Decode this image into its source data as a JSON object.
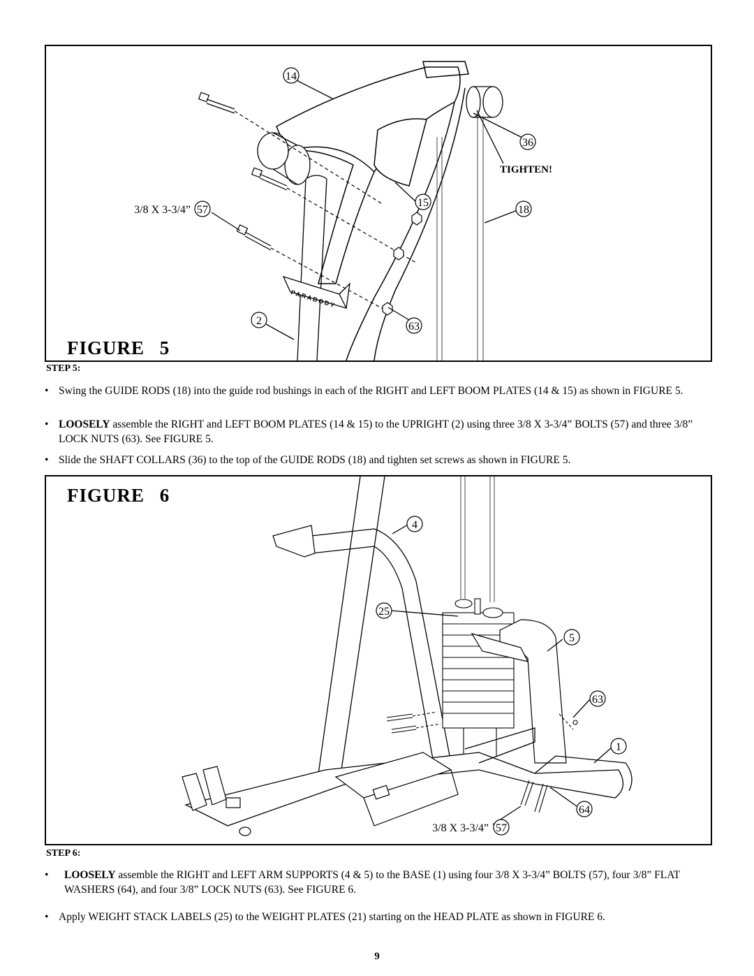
{
  "figure5": {
    "title": "FIGURE   5",
    "callouts": {
      "c14": "14",
      "c36": "36",
      "tighten": "TIGHTEN!",
      "c15": "15",
      "c18": "18",
      "bolt_size": "3/8 X 3-3/4”",
      "c57": "57",
      "c2": "2",
      "c63": "63"
    },
    "brand_mark": "PARABODY"
  },
  "step5": {
    "heading": "STEP 5:",
    "bullets": [
      {
        "bold": "",
        "text": "Swing the GUIDE RODS (18) into the guide rod bushings in each of the RIGHT and LEFT BOOM PLATES (14 & 15) as shown in FIGURE 5."
      },
      {
        "bold": "LOOSELY",
        "text": " assemble the RIGHT and LEFT BOOM PLATES (14 & 15) to the UPRIGHT (2) using three 3/8 X 3-3/4” BOLTS (57) and three 3/8” LOCK NUTS (63). See FIGURE 5."
      },
      {
        "bold": "",
        "text": "Slide the SHAFT COLLARS (36) to the top of the GUIDE RODS (18) and tighten set screws as shown in FIGURE 5."
      }
    ]
  },
  "figure6": {
    "title": "FIGURE   6",
    "callouts": {
      "c4": "4",
      "c25": "25",
      "c5": "5",
      "c63": "63",
      "c1": "1",
      "c64": "64",
      "bolt_size": "3/8 X 3-3/4”",
      "c57": "57"
    }
  },
  "step6": {
    "heading": "STEP 6:",
    "bullets": [
      {
        "bold": "LOOSELY",
        "text": " assemble the RIGHT and LEFT ARM SUPPORTS (4 & 5) to the BASE (1) using four 3/8 X 3-3/4” BOLTS (57), four 3/8” FLAT WASHERS (64), and four 3/8” LOCK NUTS (63). See FIGURE 6."
      },
      {
        "bold": "",
        "text": "Apply WEIGHT STACK LABELS (25) to the WEIGHT PLATES (21) starting on the HEAD PLATE as shown in FIGURE 6."
      }
    ]
  },
  "bullet_symbol": "•",
  "page_number": "9"
}
